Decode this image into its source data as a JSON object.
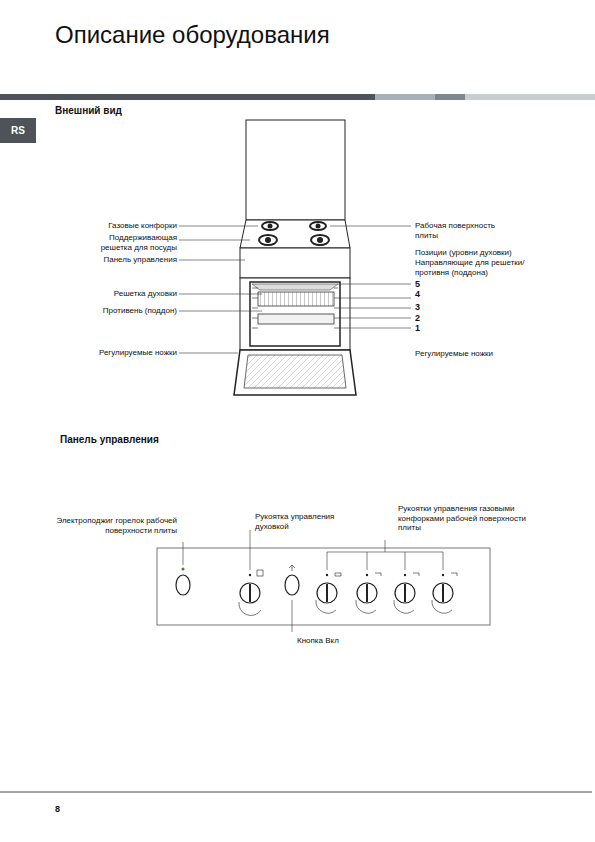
{
  "diagram": {
    "title": "Описание оборудования",
    "nodes": [
      {
        "text": [
          "RS"
        ]
      }
    ],
    "labels": [
      "Внешний вид",
      "Газовые конфорки",
      "Поддерживающая решетка для посуды",
      "Панель управления",
      "Решетка духовки",
      "Противень (поддон)",
      "Регулируемые ножки",
      "Рабочая поверхность плиты",
      "Позиции (уровни духовки)",
      "Направляющие для решетки/ противня (поддона)",
      "5",
      "4",
      "3",
      "2",
      "1",
      "Регулируемые ножки",
      "Панель управления",
      "Электроподжиг горелок рабочей поверхности плиты",
      "Рукоятка управления духовкой",
      "Рукоятки управления газовыми конфорками рабочей поверхности плиты",
      "Кнопка Вкл",
      "8"
    ]
  }
}
